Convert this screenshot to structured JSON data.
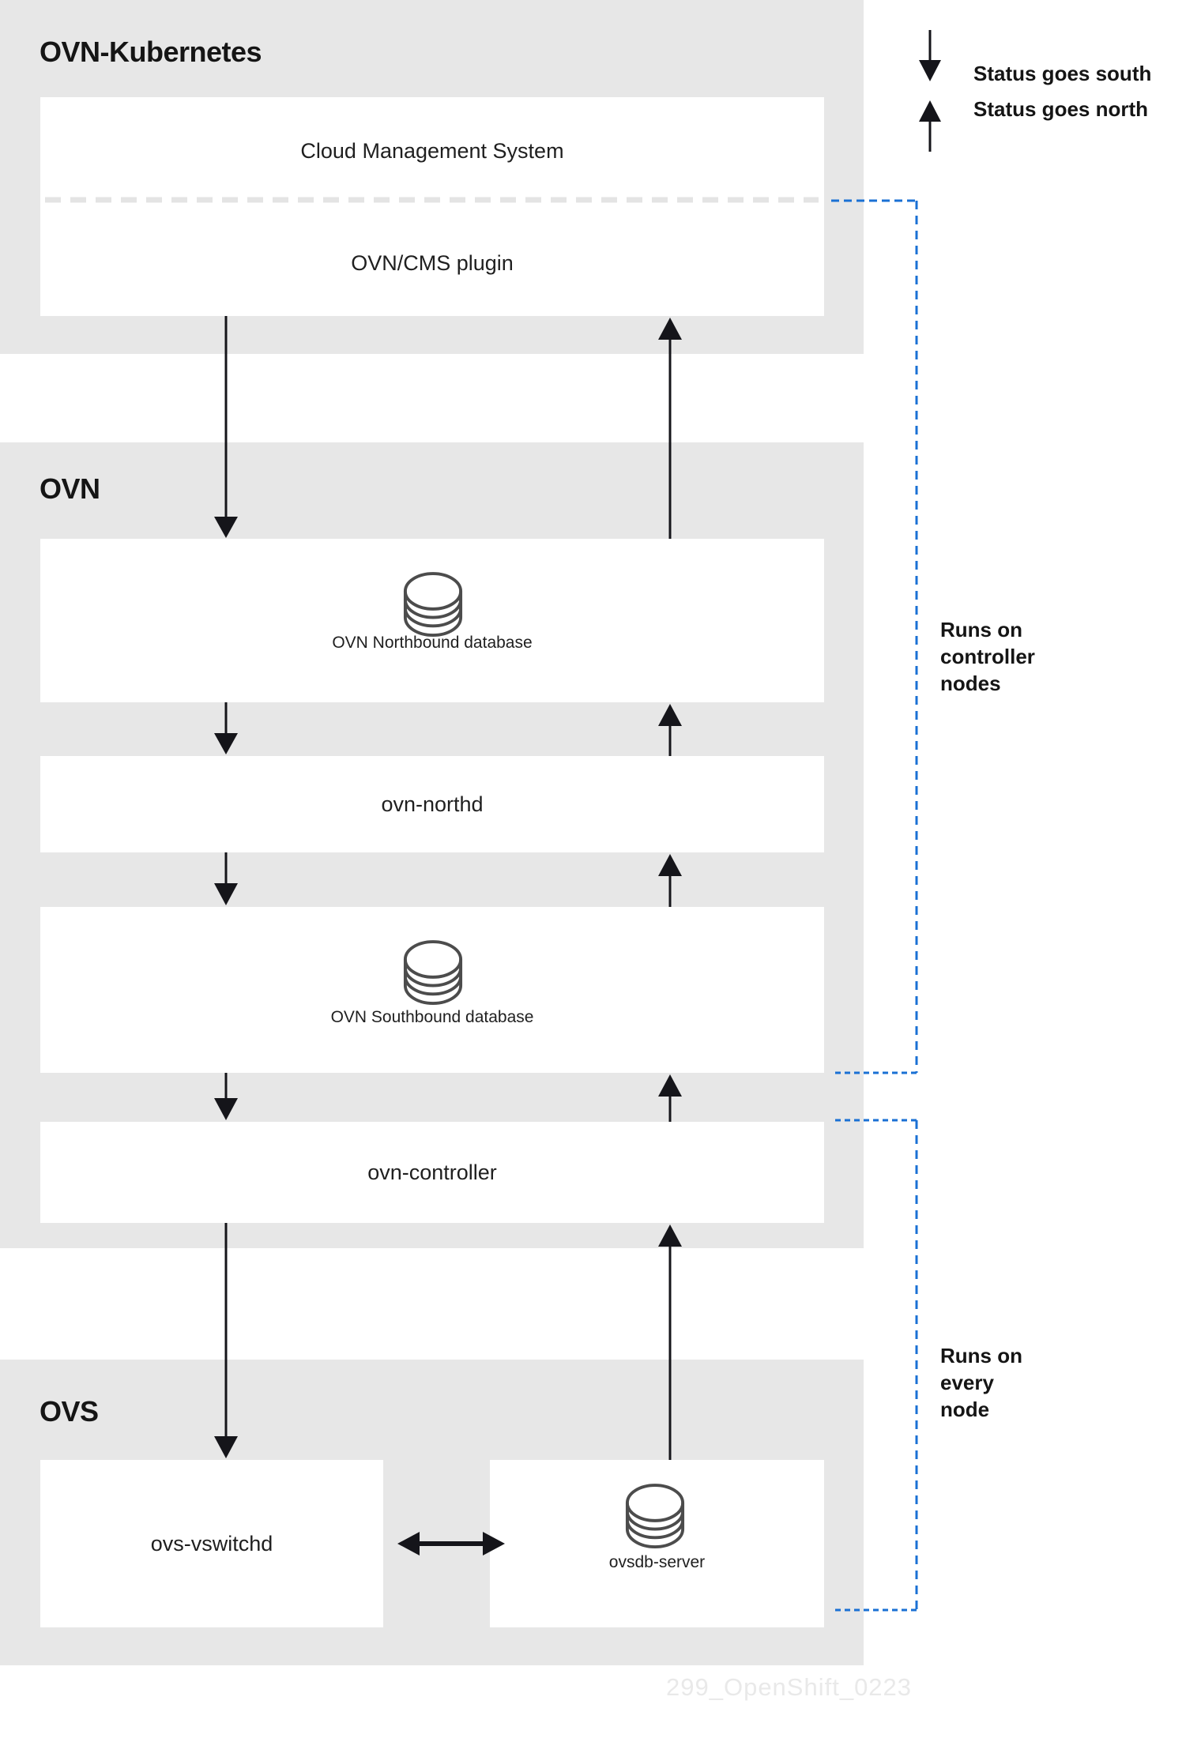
{
  "colors": {
    "section_bg": "#e7e7e7",
    "box_bg": "#ffffff",
    "text": "#151515",
    "divider_dash": "#e4e4e4",
    "accent_blue": "#1a70d4",
    "arrow_black": "#15151a",
    "icon_stroke": "#4c4c4c",
    "watermark_gray": "#e9e9e9"
  },
  "legend": {
    "south": "Status goes south",
    "north": "Status goes north"
  },
  "ovn_kubernetes": {
    "title": "OVN-Kubernetes",
    "cms": "Cloud Management System",
    "plugin": "OVN/CMS plugin"
  },
  "ovn": {
    "title": "OVN",
    "northbound": "OVN Northbound database",
    "northd": "ovn-northd",
    "southbound": "OVN Southbound database",
    "controller": "ovn-controller"
  },
  "ovs": {
    "title": "OVS",
    "vswitchd": "ovs-vswitchd",
    "ovsdb": "ovsdb-server"
  },
  "annotations": {
    "controller_nodes": "Runs on\ncontroller\nnodes",
    "every_node": "Runs on\nevery\nnode"
  },
  "watermark": "299_OpenShift_0223"
}
